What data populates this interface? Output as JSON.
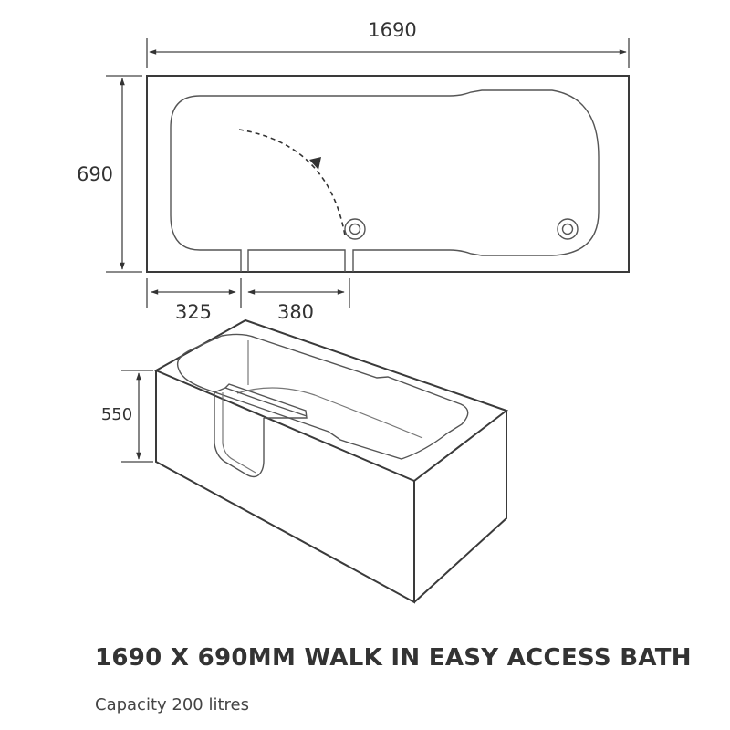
{
  "plan_view": {
    "length_label": "1690",
    "width_label": "690",
    "door_offset_label": "325",
    "door_width_label": "380"
  },
  "iso_view": {
    "height_label": "550"
  },
  "product": {
    "title": "1690 X 690MM WALK IN EASY ACCESS BATH",
    "capacity": "Capacity 200 litres"
  },
  "colors": {
    "line": "#3a3a3a",
    "text": "#333333",
    "background": "#ffffff"
  }
}
